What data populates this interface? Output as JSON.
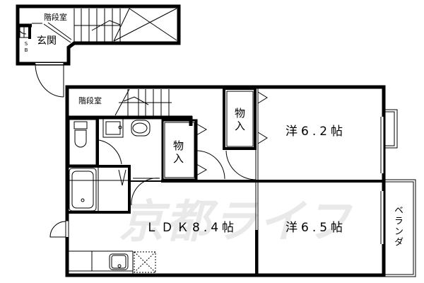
{
  "floor_plan": {
    "watermark": "京都ライフ",
    "upper_block": {
      "stairwell_label": "階段室",
      "entrance_label": "玄関",
      "shoe_box_label": "S\nB"
    },
    "main": {
      "stairwell_label": "階段室",
      "storage_1_label": "物入",
      "storage_2_label": "物入",
      "ldk_label": "ＬＤＫ8.4帖",
      "western_room_1_label": "洋6.2帖",
      "western_room_2_label": "洋6.5帖",
      "veranda_label": "ベランダ"
    },
    "colors": {
      "wall": "#000000",
      "watermark": "#e9e9e9",
      "background": "#ffffff"
    }
  }
}
